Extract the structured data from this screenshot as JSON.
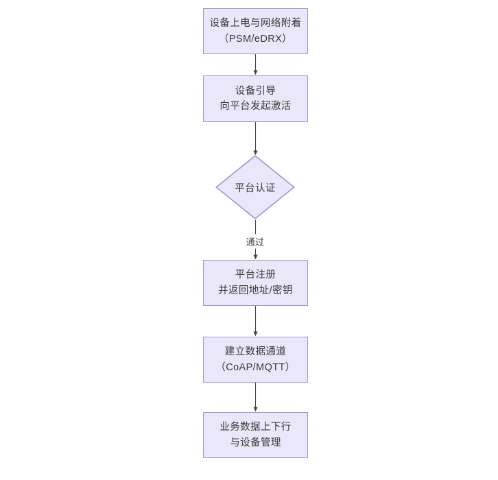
{
  "diagram": {
    "type": "flowchart",
    "title_text": "",
    "orientation": "top-to-bottom",
    "colors": {
      "node_fill": "#e9e7f9",
      "node_border": "#a98fd8",
      "text": "#3a3a3a",
      "edge": "#444444",
      "background": "#ffffff"
    },
    "nodes": [
      {
        "id": "n1",
        "shape": "rectangle",
        "line1": "设备上电与网络附着",
        "line2": "（PSM/eDRX）"
      },
      {
        "id": "n2",
        "shape": "rectangle",
        "line1": "设备引导",
        "line2": "向平台发起激活"
      },
      {
        "id": "n3",
        "shape": "diamond",
        "line1": "平台认证",
        "line2": ""
      },
      {
        "id": "n4",
        "shape": "rectangle",
        "line1": "平台注册",
        "line2": "并返回地址/密钥"
      },
      {
        "id": "n5",
        "shape": "rectangle",
        "line1": "建立数据通道",
        "line2": "（CoAP/MQTT）"
      },
      {
        "id": "n6",
        "shape": "rectangle",
        "line1": "业务数据上下行",
        "line2": "与设备管理"
      }
    ],
    "edges": [
      {
        "from": "n1",
        "to": "n2",
        "label": ""
      },
      {
        "from": "n2",
        "to": "n3",
        "label": ""
      },
      {
        "from": "n3",
        "to": "n4",
        "label": "通过"
      },
      {
        "from": "n4",
        "to": "n5",
        "label": ""
      },
      {
        "from": "n5",
        "to": "n6",
        "label": ""
      }
    ]
  }
}
